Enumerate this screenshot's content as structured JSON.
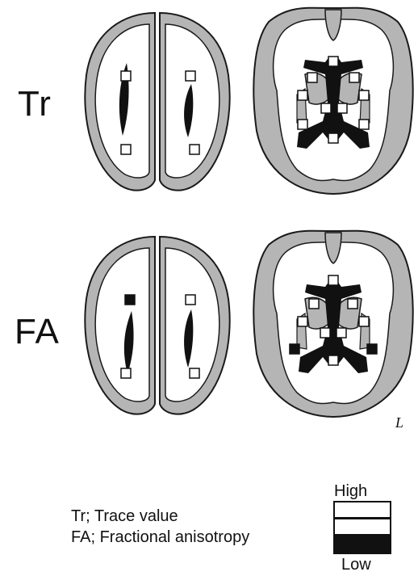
{
  "rows": [
    {
      "label": "Tr"
    },
    {
      "label": "FA"
    }
  ],
  "orientation_label": "L",
  "legend": {
    "lines": [
      "Tr; Trace value",
      "FA; Fractional anisotropy"
    ]
  },
  "scale": {
    "high_label": "High",
    "low_label": "Low",
    "colors": [
      "#ffffff",
      "#ffffff",
      "#111111"
    ]
  },
  "colors": {
    "cortex": "#b5b5b5",
    "white_matter": "#ffffff",
    "ventricle": "#111111",
    "outline": "#1a1a1a"
  }
}
